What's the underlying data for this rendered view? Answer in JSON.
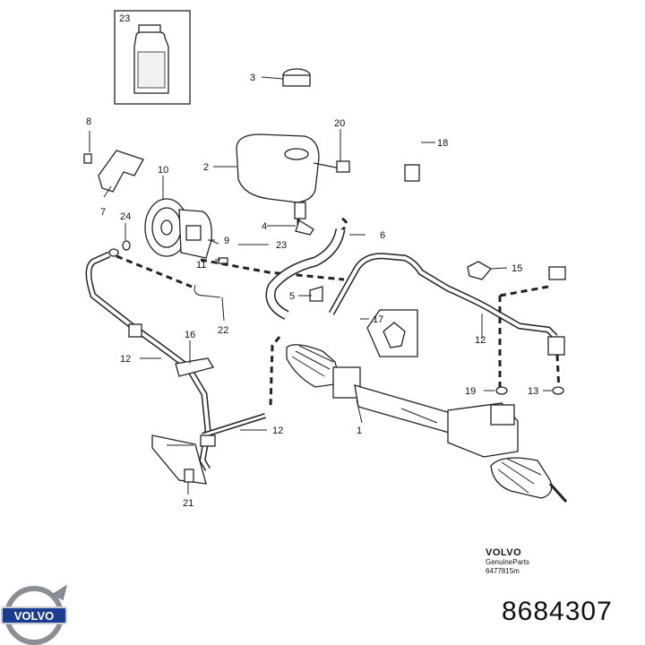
{
  "callouts": {
    "c1": "1",
    "c2": "2",
    "c3": "3",
    "c4": "4",
    "c5": "5",
    "c6": "6",
    "c7": "7",
    "c8": "8",
    "c9": "9",
    "c10": "10",
    "c11": "11",
    "c12a": "12",
    "c12b": "12",
    "c12c": "12",
    "c13": "13",
    "c15": "15",
    "c16": "16",
    "c17": "17",
    "c18": "18",
    "c19": "19",
    "c20": "20",
    "c21": "21",
    "c22": "22",
    "c23a": "23",
    "c23b": "23",
    "c24": "24"
  },
  "footer": {
    "brand": "VOLVO",
    "genuine": "GenuineParts",
    "drawing_code": "6477815m",
    "part_number": "8684307"
  },
  "logo": {
    "text": "VOLVO",
    "color": "#1b3d8f"
  }
}
